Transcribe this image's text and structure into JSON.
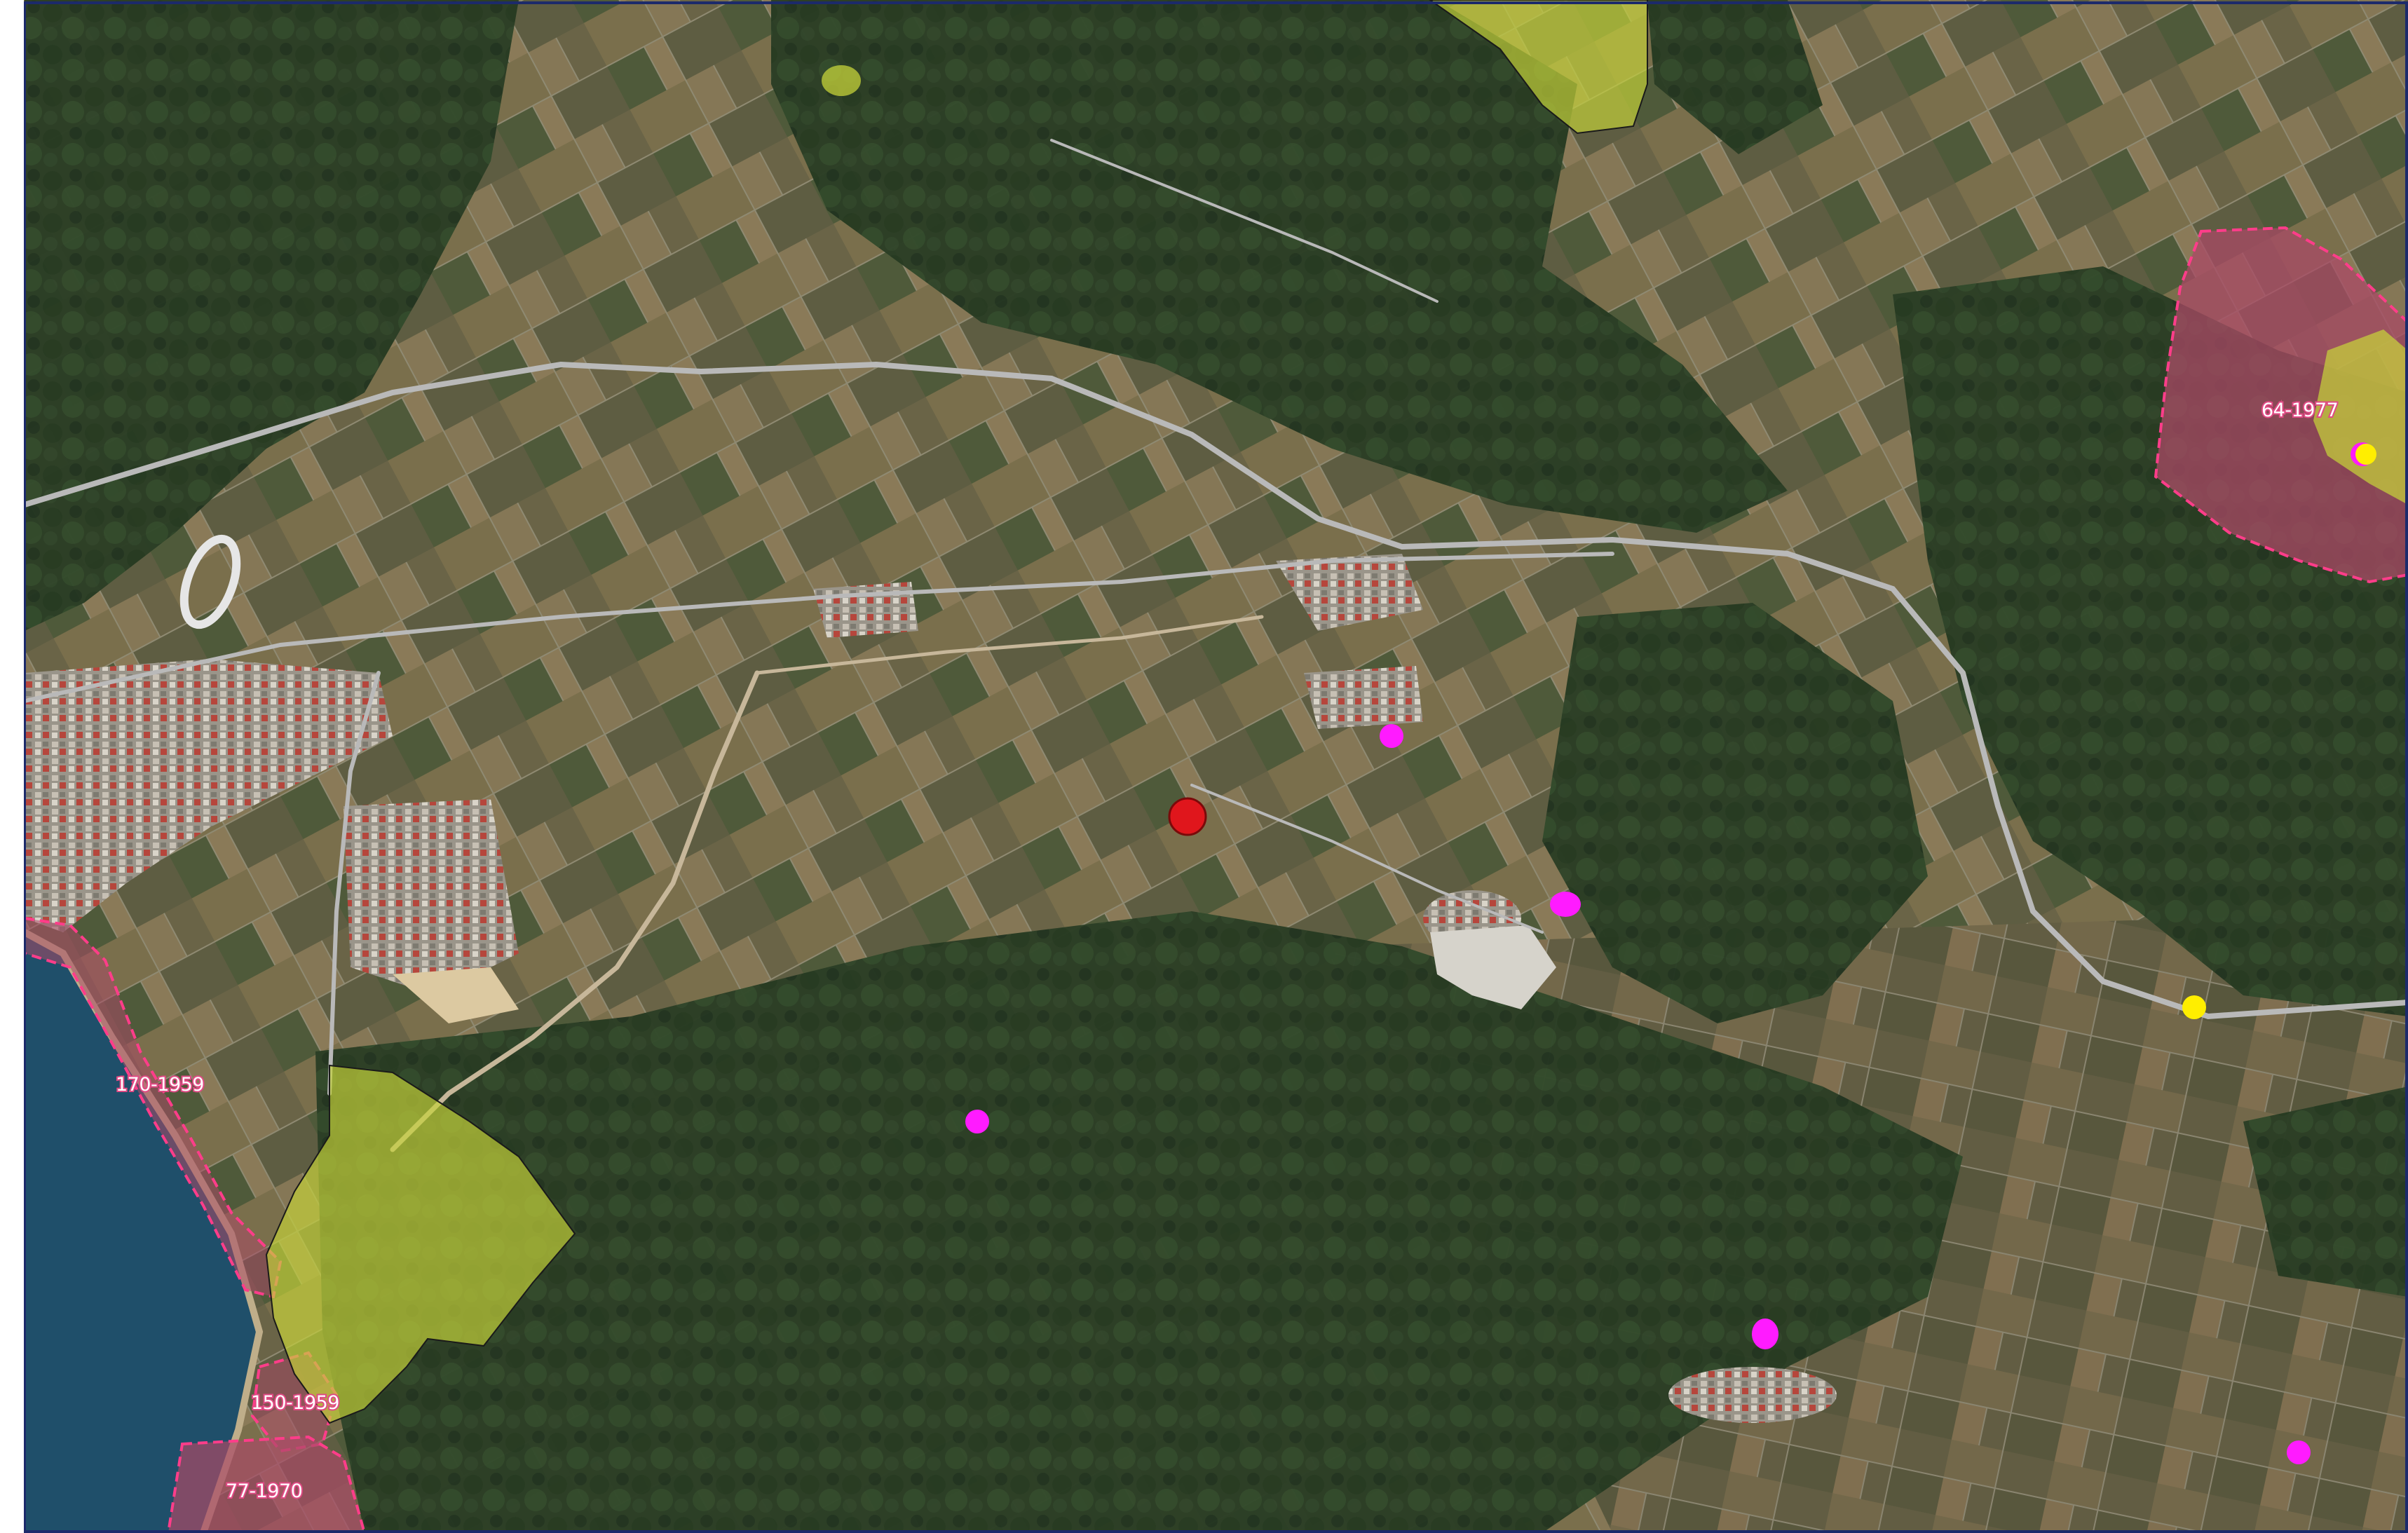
{
  "colors": {
    "forest": "#2a3d24",
    "farmland": "#6b6549",
    "sea": "#1f4f6a",
    "road": "#b9b9b9",
    "buffer_zone_fill": "#a94a66",
    "buffer_zone_stroke": "#ff3d8a",
    "protected_zone_fill": "#c6d33a",
    "protected_zone_stroke": "#1a1a1a",
    "site_main": "#e0161c",
    "site_secondary": "#ff1bff",
    "site_other": "#ffee00",
    "frame_border": "#1c2a6b"
  },
  "map": {
    "zone_labels": {
      "z170": "170-1959",
      "z150": "150-1959",
      "z77": "77-1970",
      "z64": "64-1977"
    },
    "markers": {
      "main_site": {
        "icon": "red-circle-marker"
      },
      "magenta_sites": {
        "icon": "magenta-dot-marker",
        "count": 6
      },
      "yellow_sites": {
        "icon": "yellow-dot-marker",
        "count": 2
      }
    }
  }
}
